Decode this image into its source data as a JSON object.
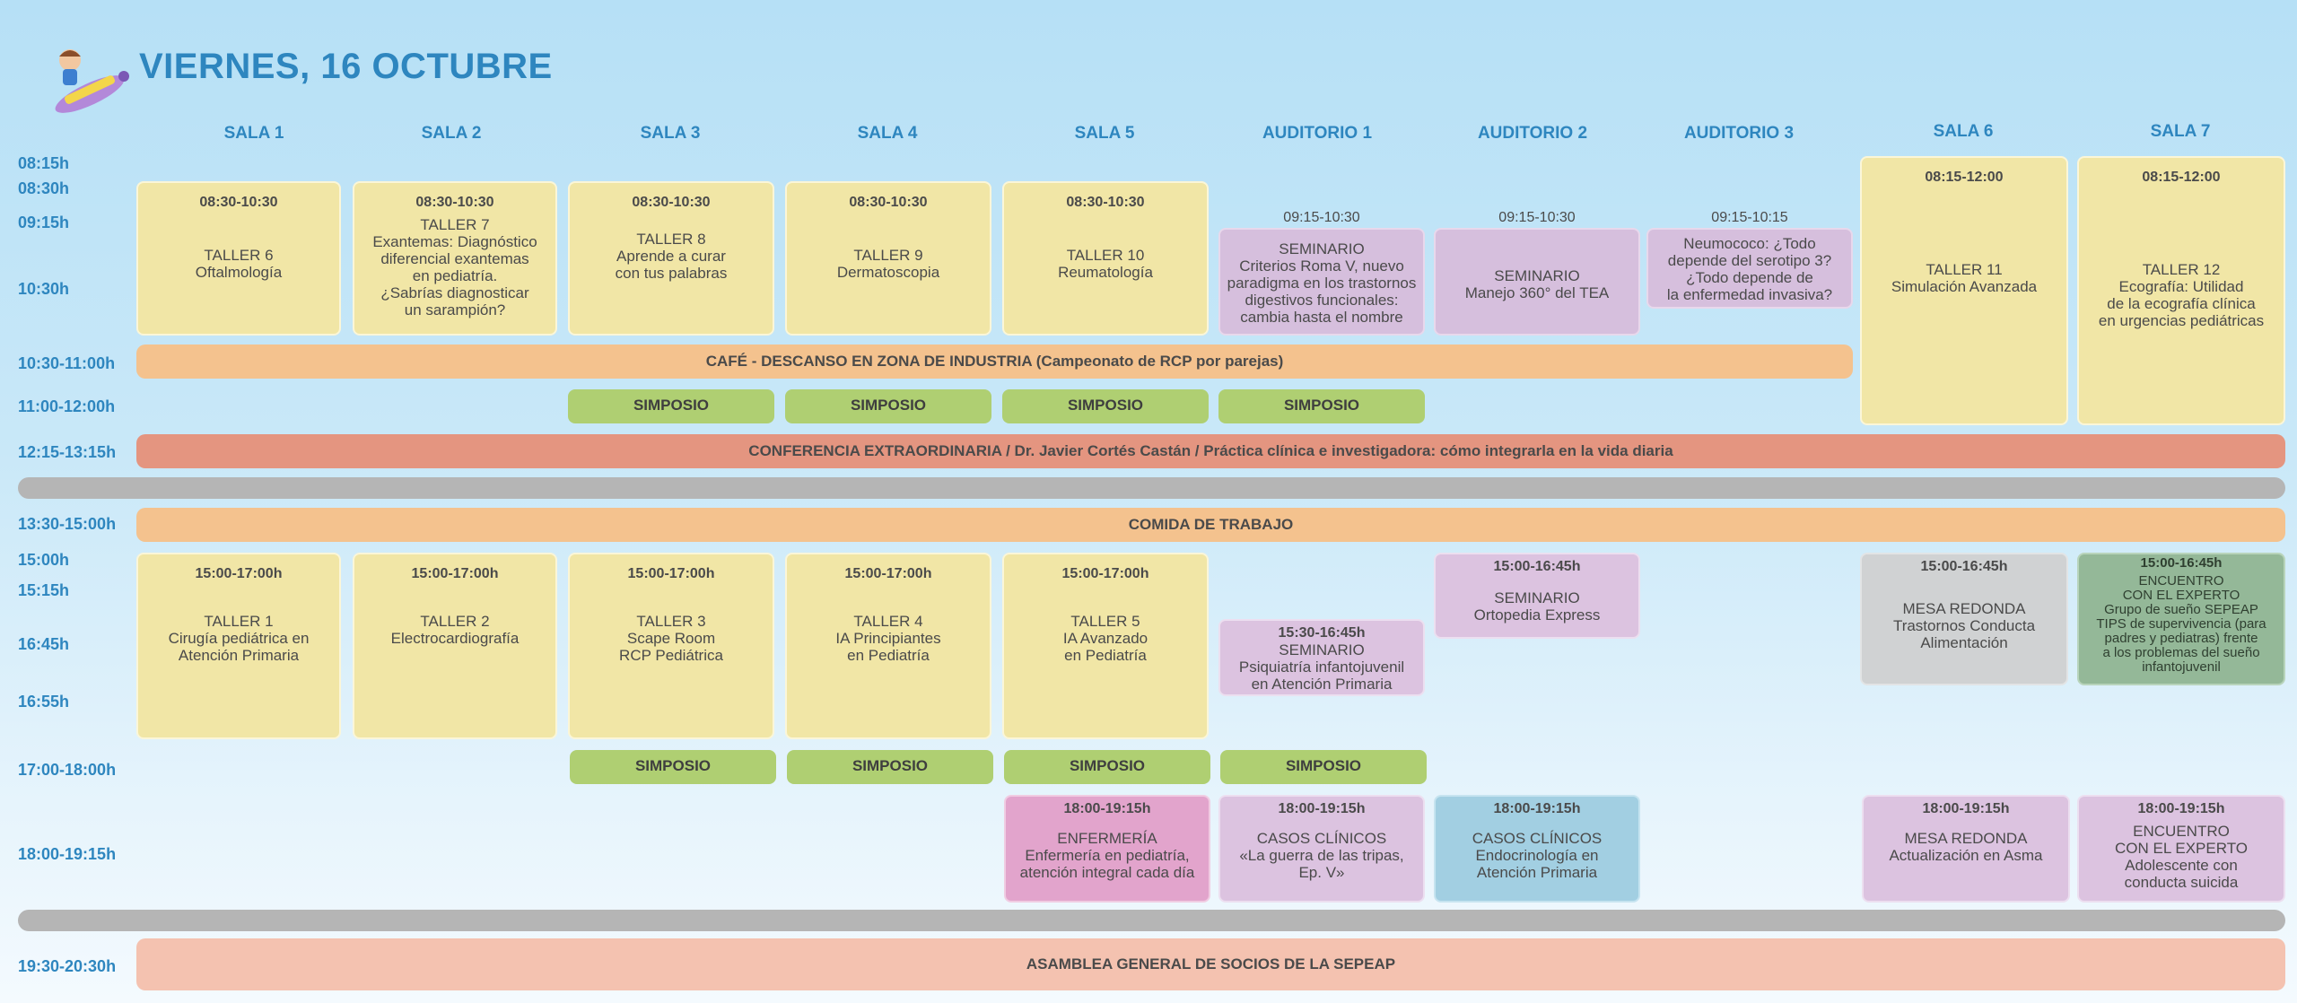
{
  "header": {
    "title": "VIERNES, 16 OCTUBRE"
  },
  "columns": [
    "SALA 1",
    "SALA 2",
    "SALA 3",
    "SALA 4",
    "SALA 5",
    "AUDITORIO 1",
    "AUDITORIO 2",
    "AUDITORIO 3",
    "SALA 6",
    "SALA 7"
  ],
  "times": [
    "08:15h",
    "08:30h",
    "09:15h",
    "10:30h",
    "10:30-11:00h",
    "11:00-12:00h",
    "12:15-13:15h",
    "13:30-15:00h",
    "15:00h",
    "15:15h",
    "16:45h",
    "16:55h",
    "17:00-18:00h",
    "18:00-19:15h",
    "19:30-20:30h"
  ],
  "morning": [
    {
      "time": "08:30-10:30",
      "text": "TALLER  6\nOftalmología"
    },
    {
      "time": "08:30-10:30",
      "text": "TALLER 7\nExantemas: Diagnóstico\ndiferencial exantemas\nen pediatría.\n¿Sabrías diagnosticar\nun sarampión?"
    },
    {
      "time": "08:30-10:30",
      "text": "TALLER 8\nAprende a curar\ncon tus palabras"
    },
    {
      "time": "08:30-10:30",
      "text": "TALLER 9\nDermatoscopia"
    },
    {
      "time": "08:30-10:30",
      "text": "TALLER 10\nReumatología"
    },
    {
      "time": "09:15-10:30",
      "text": "SEMINARIO\nCriterios Roma V, nuevo\nparadigma en los trastornos\ndigestivos funcionales:\ncambia hasta el nombre"
    },
    {
      "time": "09:15-10:30",
      "text": "SEMINARIO\nManejo 360° del TEA"
    },
    {
      "time": "09:15-10:15",
      "text": "Neumococo: ¿Todo\ndepende del serotipo 3?\n¿Todo depende de\nla enfermedad invasiva?"
    },
    {
      "time": "08:15-12:00",
      "text": "TALLER 11\nSimulación Avanzada"
    },
    {
      "time": "08:15-12:00",
      "text": "TALLER 12\nEcografía: Utilidad\nde la ecografía clínica\nen urgencias pediátricas"
    }
  ],
  "bands": {
    "cafe": "CAFÉ - DESCANSO EN ZONA DE INDUSTRIA  (Campeonato de RCP por parejas)",
    "conferencia": "CONFERENCIA EXTRAORDINARIA / Dr. Javier Cortés Castán / Práctica clínica e investigadora: cómo integrarla en la vida diaria",
    "comida": "COMIDA DE TRABAJO",
    "asamblea": "ASAMBLEA GENERAL DE SOCIOS DE LA SEPEAP"
  },
  "simposio_label": "SIMPOSIO",
  "afternoon": [
    {
      "time": "15:00-17:00h",
      "text": "TALLER  1\nCirugía pediátrica en\nAtención Primaria"
    },
    {
      "time": "15:00-17:00h",
      "text": "TALLER 2\nElectrocardiografía"
    },
    {
      "time": "15:00-17:00h",
      "text": "TALLER 3\nScape Room\nRCP Pediátrica"
    },
    {
      "time": "15:00-17:00h",
      "text": "TALLER 4\nIA Principiantes\nen Pediatría"
    },
    {
      "time": "15:00-17:00h",
      "text": "TALLER 5\nIA Avanzado\nen Pediatría"
    },
    {
      "time": "15:30-16:45h",
      "text": "SEMINARIO\nPsiquiatría infantojuvenil\nen Atención Primaria"
    },
    {
      "time": "15:00-16:45h",
      "text": "SEMINARIO\nOrtopedia Express"
    },
    {
      "time": "15:00-16:45h",
      "text": "MESA REDONDA\nTrastornos Conducta\nAlimentación"
    },
    {
      "time": "15:00-16:45h",
      "text": "ENCUENTRO\nCON EL EXPERTO\nGrupo de sueño SEPEAP\nTIPS de supervivencia (para\npadres y pediatras) frente\na los problemas del sueño\ninfantojuvenil"
    }
  ],
  "evening": [
    {
      "time": "18:00-19:15h",
      "text": "ENFERMERÍA\nEnfermería en pediatría,\natención integral cada día"
    },
    {
      "time": "18:00-19:15h",
      "text": "CASOS CLÍNICOS\n«La guerra de las tripas,\nEp. V»"
    },
    {
      "time": "18:00-19:15h",
      "text": "CASOS CLÍNICOS\nEndocrinología en\nAtención Primaria"
    },
    {
      "time": "18:00-19:15h",
      "text": "MESA REDONDA\nActualización en Asma"
    },
    {
      "time": "18:00-19:15h",
      "text": "ENCUENTRO\nCON EL EXPERTO\nAdolescente con\nconducta suicida"
    }
  ]
}
